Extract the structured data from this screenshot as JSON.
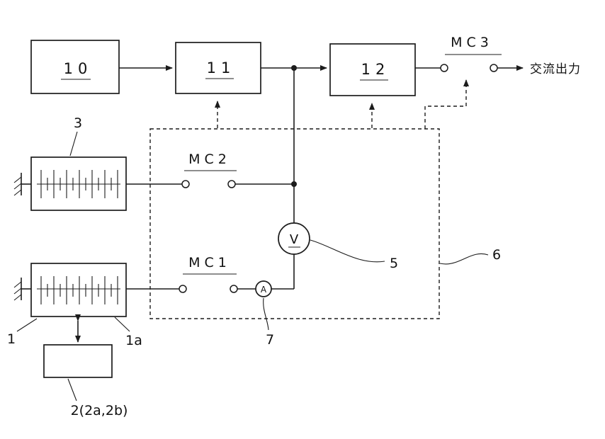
{
  "figure": {
    "blocks": {
      "b10": "10",
      "b11": "11",
      "b12": "12"
    },
    "switches": {
      "mc1": "MC1",
      "mc2": "MC2",
      "mc3": "MC3"
    },
    "meters": {
      "voltmeter": "V",
      "ammeter": "A"
    },
    "output_label": "交流出力",
    "ref_labels": {
      "r1": "1",
      "r1a": "1a",
      "r2": "2(2a,2b)",
      "r3": "3",
      "r5": "5",
      "r6": "6",
      "r7": "7"
    },
    "colors": {
      "line": "#1c1c1c",
      "background": "#ffffff"
    }
  }
}
